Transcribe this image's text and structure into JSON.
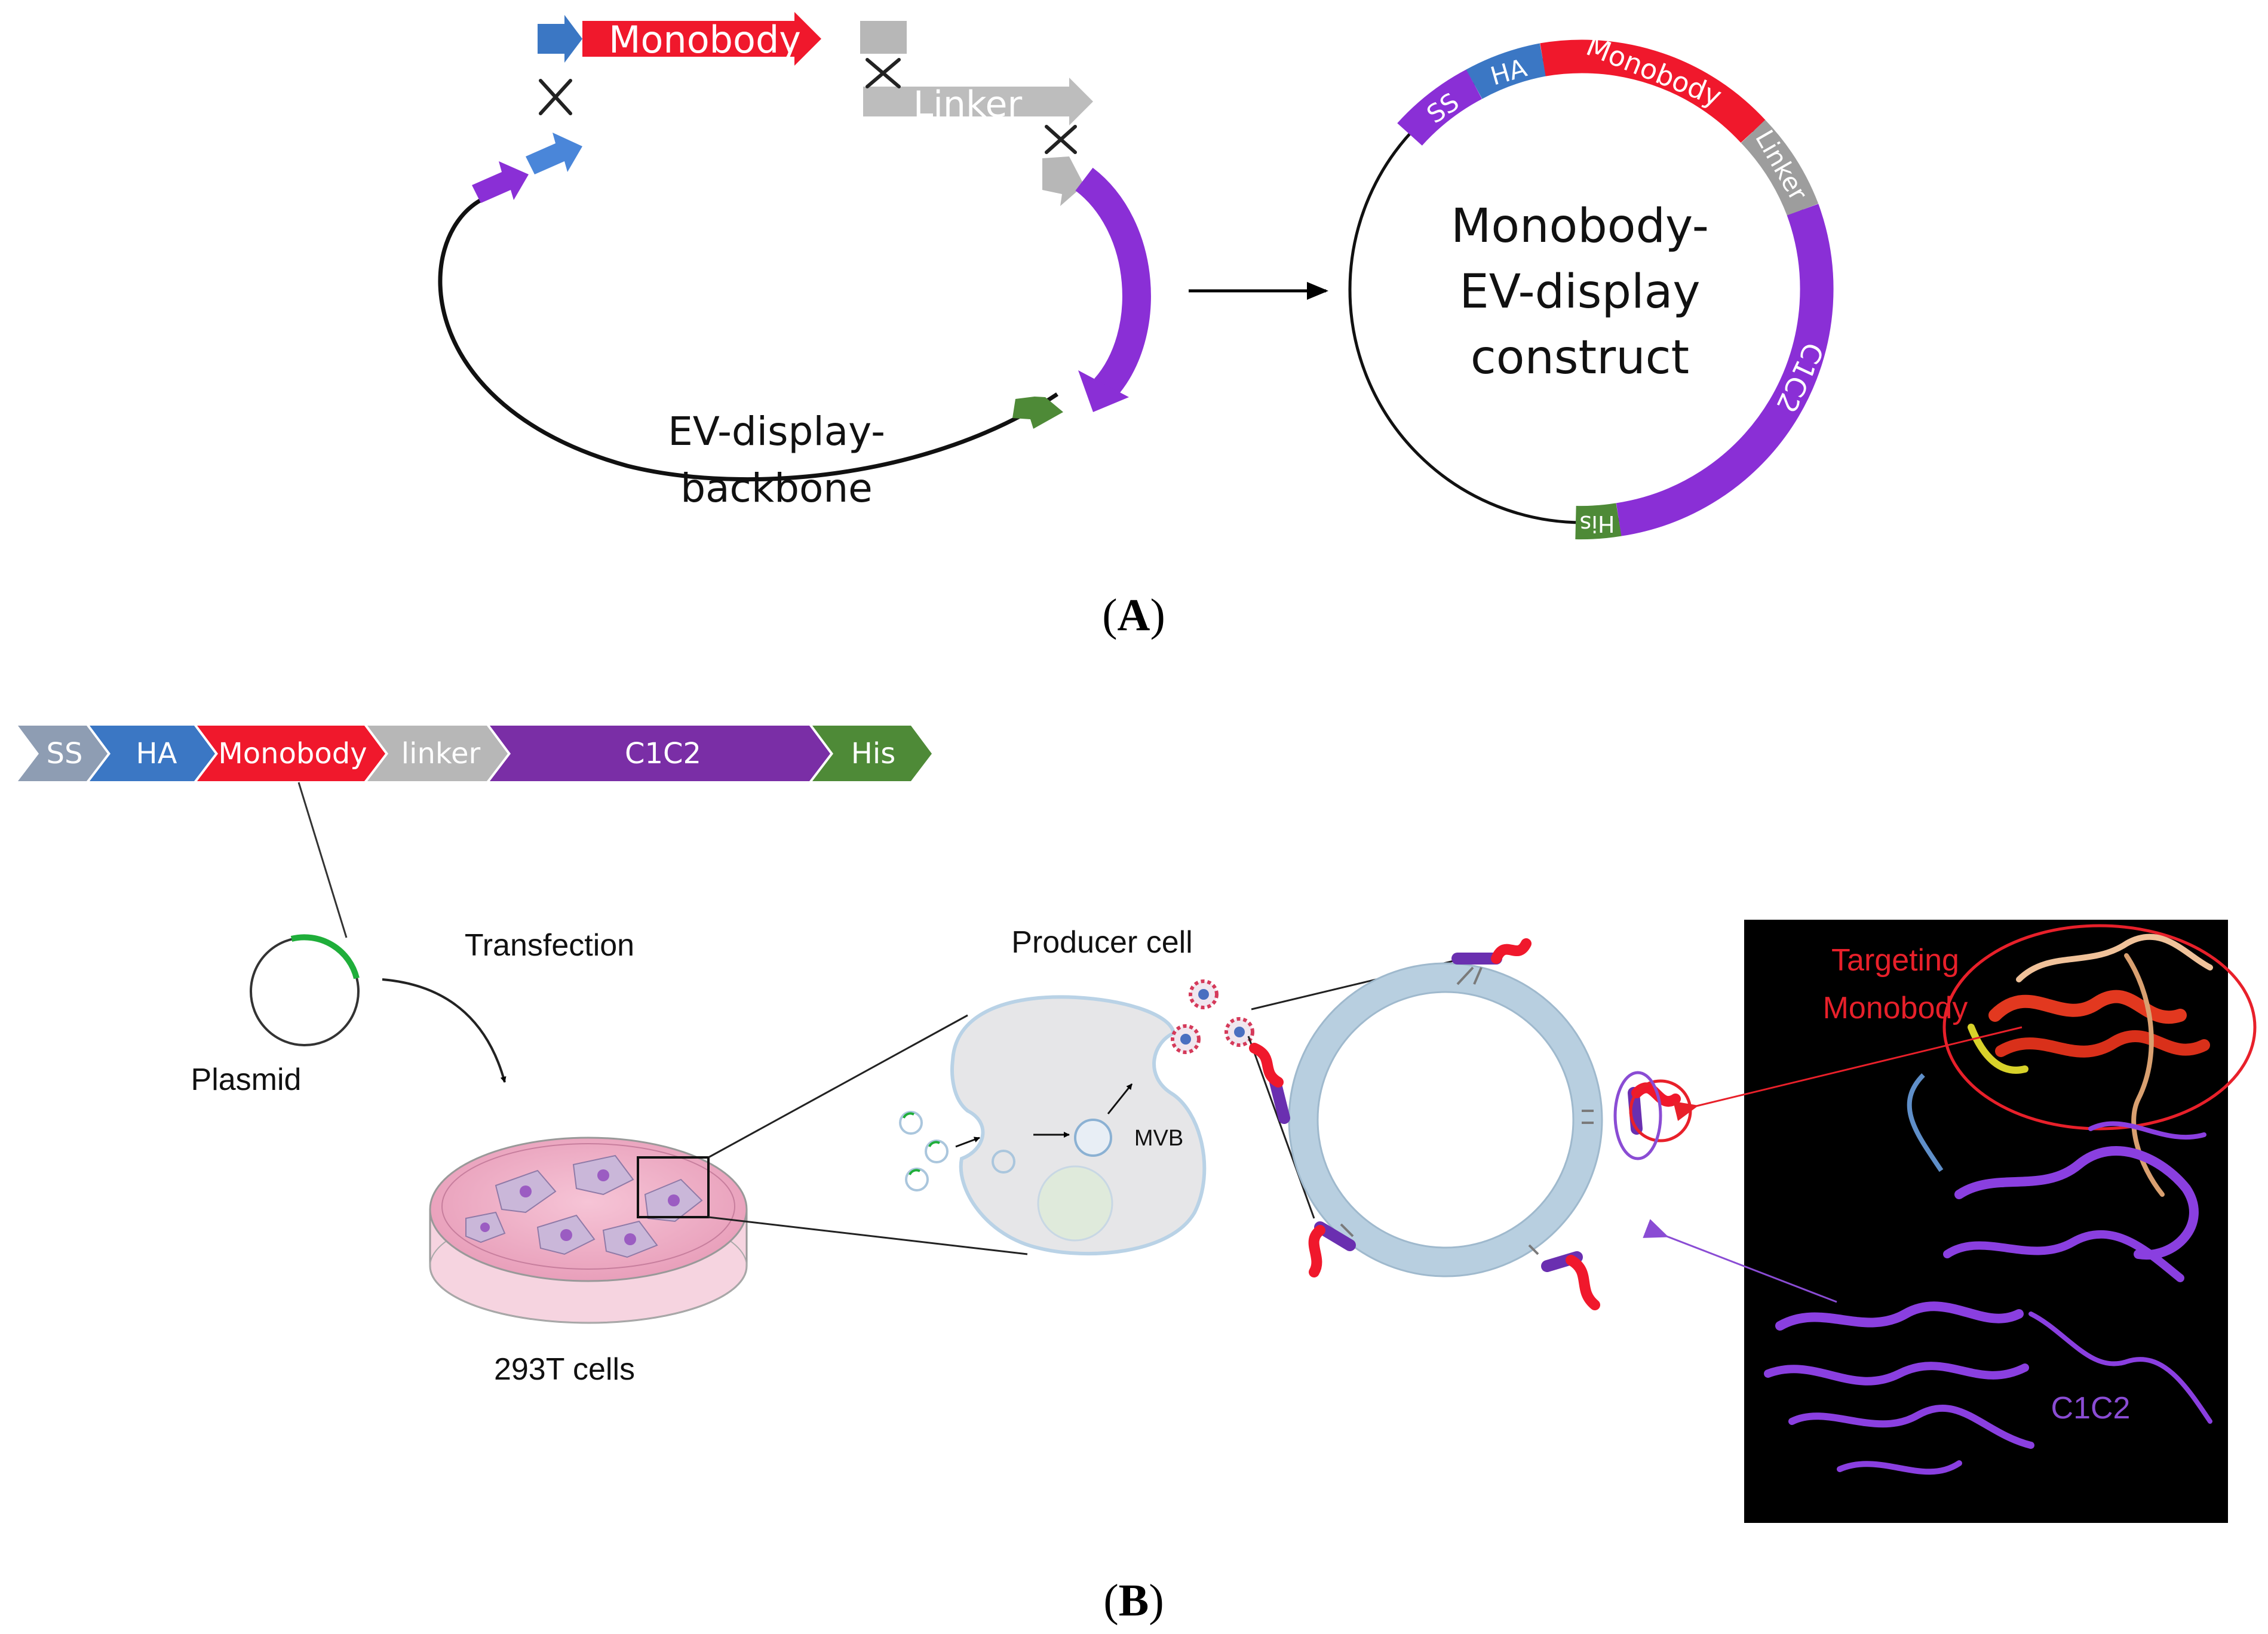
{
  "colors": {
    "ss": "#8e9db3",
    "ha": "#3b77c4",
    "monobody": "#f0182c",
    "linker": "#b7b7b7",
    "c1c2": "#7a2ec4",
    "his": "#4e8a37",
    "arrow_red": "#e8202a",
    "arrow_purple": "#8a4cd4",
    "panel_dark": "#000000"
  },
  "panel_a": {
    "monobody_label": "Monobody",
    "linker_label": "Linker",
    "backbone_label_line1": "EV-display-",
    "backbone_label_line2": "backbone",
    "construct_line1": "Monobody-",
    "construct_line2": "EV-display",
    "construct_line3": "construct",
    "ring_segments": {
      "ss": "SS",
      "ha": "HA",
      "monobody": "Monobody",
      "linker": "Linker",
      "c1c2": "C1C2",
      "his": "His"
    },
    "caption_open": "(",
    "caption_letter": "A",
    "caption_close": ")"
  },
  "panel_b": {
    "gene_bar": [
      "SS",
      "HA",
      "Monobody",
      "linker",
      "C1C2",
      "His"
    ],
    "plasmid_label": "Plasmid",
    "transfection_label": "Transfection",
    "cells_label": "293T cells",
    "producer_label": "Producer cell",
    "mvb_label": "MVB",
    "targeting_line1": "Targeting",
    "targeting_line2": "Monobody",
    "structure_label": "C1C2",
    "caption_open": "(",
    "caption_letter": "B",
    "caption_close": ")"
  }
}
